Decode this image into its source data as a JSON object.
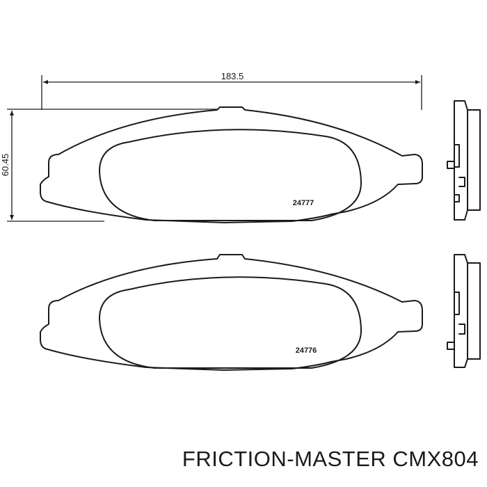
{
  "dimensions": {
    "width_label": "183.5",
    "height_label": "60.45"
  },
  "pads": [
    {
      "code": "24777"
    },
    {
      "code": "24776"
    }
  ],
  "footer": {
    "title": "FRICTION-MASTER CMX804"
  }
}
